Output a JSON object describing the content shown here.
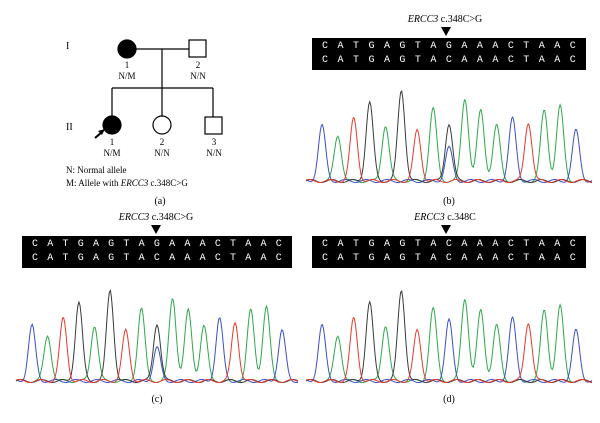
{
  "pedigree": {
    "gen_I": "I",
    "gen_II": "II",
    "I1": {
      "num": "1",
      "geno": "N/M"
    },
    "I2": {
      "num": "2",
      "geno": "N/N"
    },
    "II1": {
      "num": "1",
      "geno": "N/M"
    },
    "II2": {
      "num": "2",
      "geno": "N/N"
    },
    "II3": {
      "num": "3",
      "geno": "N/N"
    },
    "legend_n": "N: Normal allele",
    "legend_m_prefix": "M: Allele with ",
    "legend_m_gene": "ERCC3",
    "legend_m_suffix": " c.348C>G",
    "caption": "(a)"
  },
  "panels": {
    "b": {
      "gene": "ERCC3",
      "variant": " c.348C>G",
      "seq1": [
        "C",
        "A",
        "T",
        "G",
        "A",
        "G",
        "T",
        "A",
        "G",
        "A",
        "A",
        "A",
        "C",
        "T",
        "A",
        "A",
        "C"
      ],
      "seq2": [
        "C",
        "A",
        "T",
        "G",
        "A",
        "G",
        "T",
        "A",
        "C",
        "A",
        "A",
        "A",
        "C",
        "T",
        "A",
        "A",
        "C"
      ],
      "caption": "(b)"
    },
    "c": {
      "gene": "ERCC3",
      "variant": " c.348C>G",
      "seq1": [
        "C",
        "A",
        "T",
        "G",
        "A",
        "G",
        "T",
        "A",
        "G",
        "A",
        "A",
        "A",
        "C",
        "T",
        "A",
        "A",
        "C"
      ],
      "seq2": [
        "C",
        "A",
        "T",
        "G",
        "A",
        "G",
        "T",
        "A",
        "C",
        "A",
        "A",
        "A",
        "C",
        "T",
        "A",
        "A",
        "C"
      ],
      "caption": "(c)"
    },
    "d": {
      "gene": "ERCC3",
      "variant": " c.348C",
      "seq1": [
        "C",
        "A",
        "T",
        "G",
        "A",
        "G",
        "T",
        "A",
        "C",
        "A",
        "A",
        "A",
        "C",
        "T",
        "A",
        "A",
        "C"
      ],
      "seq2": [
        "C",
        "A",
        "T",
        "G",
        "A",
        "G",
        "T",
        "A",
        "C",
        "A",
        "A",
        "A",
        "C",
        "T",
        "A",
        "A",
        "C"
      ],
      "caption": "(d)"
    }
  },
  "colors": {
    "A": "#2ea84a",
    "C": "#3b4fc9",
    "G": "#3a3a3a",
    "T": "#e63a2e"
  }
}
